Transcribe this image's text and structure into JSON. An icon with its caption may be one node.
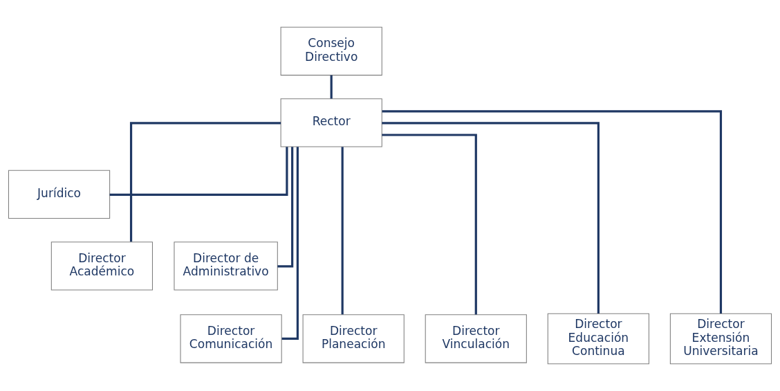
{
  "diagram": {
    "nodes": [
      {
        "text": [
          "Consejo Directivo"
        ]
      },
      {
        "text": [
          "Rector"
        ]
      },
      {
        "text": [
          "Jurídico"
        ]
      },
      {
        "text": [
          "Director Académico"
        ]
      },
      {
        "text": [
          "Director de Administrativo"
        ]
      },
      {
        "text": [
          "Director Comunicación"
        ]
      },
      {
        "text": [
          "Director Planeación"
        ]
      },
      {
        "text": [
          "Director Vinculación"
        ]
      },
      {
        "text": [
          "Director Educación Continua"
        ]
      },
      {
        "text": [
          "Director Extensión Universitaria"
        ]
      }
    ],
    "edges": [
      {
        "from": 0,
        "to": 1,
        "arrow": "none"
      },
      {
        "from": 1,
        "to": 2,
        "arrow": "none"
      },
      {
        "from": 1,
        "to": 3,
        "arrow": "none"
      },
      {
        "from": 1,
        "to": 4,
        "arrow": "none"
      },
      {
        "from": 1,
        "to": 5,
        "arrow": "none"
      },
      {
        "from": 1,
        "to": 6,
        "arrow": "none"
      },
      {
        "from": 1,
        "to": 7,
        "arrow": "none"
      },
      {
        "from": 1,
        "to": 8,
        "arrow": "none"
      },
      {
        "from": 1,
        "to": 9,
        "arrow": "none"
      }
    ]
  }
}
